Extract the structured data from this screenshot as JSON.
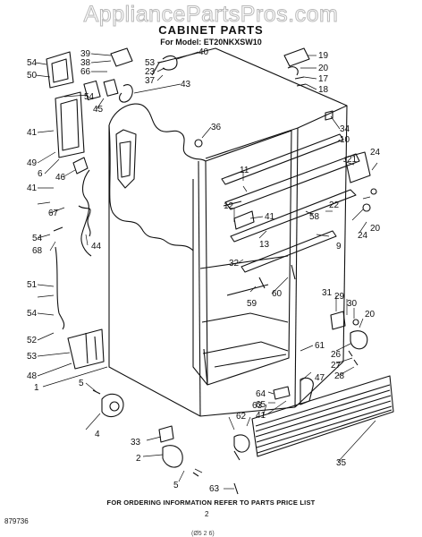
{
  "watermark": "AppliancePartsPros.com",
  "title": "CABINET PARTS",
  "model": "For Model: ET20NKXSW10",
  "order_info": "FOR ORDERING INFORMATION REFER TO PARTS PRICE LIST",
  "page_number": "2",
  "figure_code": "879736",
  "bottom_stub": "(Ø5 2 6)",
  "callouts": [
    "54",
    "50",
    "39",
    "38",
    "66",
    "53",
    "23",
    "37",
    "40",
    "43",
    "19",
    "20",
    "17",
    "18",
    "36",
    "34",
    "10",
    "45",
    "54",
    "41",
    "49",
    "6",
    "46",
    "41",
    "67",
    "54",
    "68",
    "51",
    "54",
    "52",
    "53",
    "48",
    "1",
    "44",
    "11",
    "12",
    "41",
    "13",
    "32",
    "60",
    "59",
    "58",
    "22",
    "21",
    "24",
    "20",
    "24",
    "9",
    "31",
    "29",
    "30",
    "20",
    "26",
    "27",
    "28",
    "61",
    "47",
    "64",
    "65",
    "41",
    "62",
    "63",
    "5",
    "4",
    "33",
    "2",
    "5",
    "63",
    "35"
  ]
}
